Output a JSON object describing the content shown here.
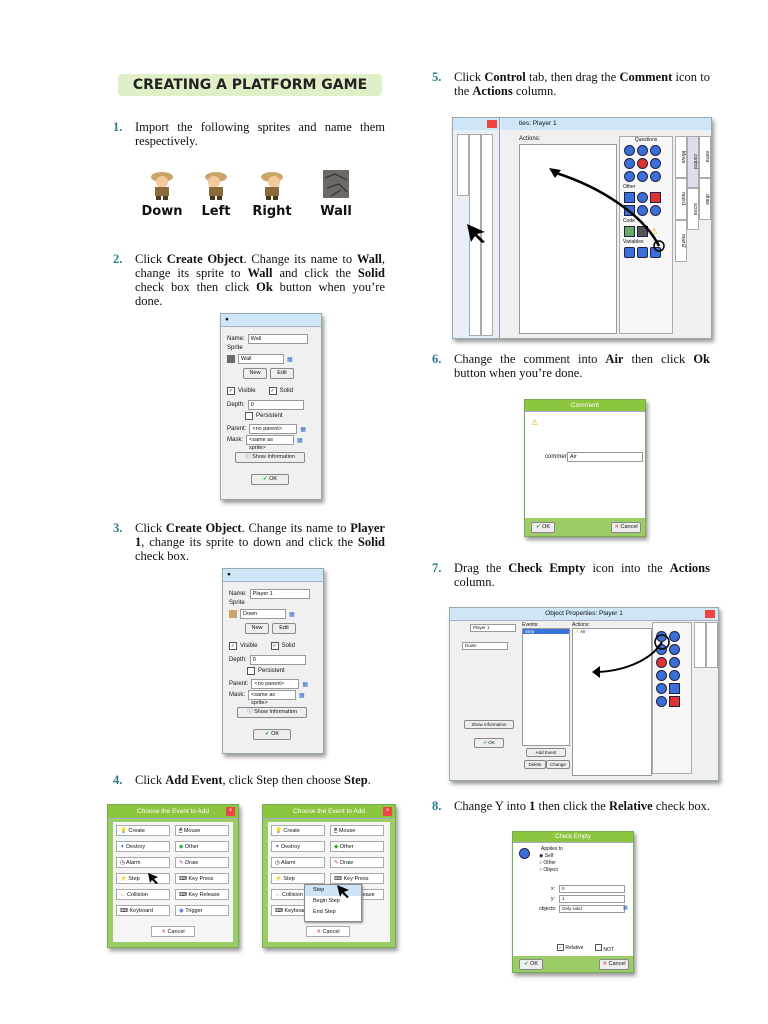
{
  "title": "CREATING A PLATFORM GAME",
  "steps": [
    {
      "n": "1.",
      "text": "Import the following sprites and name them respectively."
    },
    {
      "n": "2.",
      "pre": "Click ",
      "b1": "Create Object",
      "mid1": ". Change its name to ",
      "b2": "Wall",
      "mid2": ", change its sprite to ",
      "b3": "Wall",
      "mid3": " and click the ",
      "b4": "Solid",
      "mid4": " check box then click ",
      "b5": "Ok",
      "post": " button when you’re done."
    },
    {
      "n": "3.",
      "pre": "Click ",
      "b1": "Create Object",
      "mid1": ". Change its name to ",
      "b2": "Player 1",
      "mid2": ", change its sprite to down and click the ",
      "b3": "Solid",
      "post": " check box."
    },
    {
      "n": "4.",
      "pre": "Click ",
      "b1": "Add Event",
      "mid1": ", click Step then choose ",
      "b2": "Step",
      "post": "."
    },
    {
      "n": "5.",
      "pre": "Click ",
      "b1": "Control",
      "mid1": " tab, then drag the ",
      "b2": "Comment",
      "mid2": " icon to the ",
      "b3": "Actions",
      "post": " column."
    },
    {
      "n": "6.",
      "pre": "Change the comment into ",
      "b1": "Air",
      "mid1": " then click ",
      "b2": "Ok",
      "post": " button when you’re done."
    },
    {
      "n": "7.",
      "pre": "Drag the ",
      "b1": "Check Empty",
      "mid1": " icon into the ",
      "b2": "Actions",
      "post": " column."
    },
    {
      "n": "8.",
      "pre": "Change Y into ",
      "b1": "1",
      "mid1": " then click the ",
      "b2": "Relative",
      "post": " check box."
    }
  ],
  "sprites": [
    "Down",
    "Left",
    "Right",
    "Wall"
  ],
  "colors": {
    "step_number": "#2a7a8c",
    "title_bg": "#dff0c8",
    "green_bar": "#8cc63f"
  },
  "obj_wall": {
    "name_label": "Name:",
    "name": "Wall",
    "sprite_label": "Sprite",
    "sprite": "Wall",
    "new": "New",
    "edit": "Edit",
    "visible": "Visible",
    "solid": "Solid",
    "depth_label": "Depth:",
    "depth": "0",
    "persistent": "Persistent",
    "parent_label": "Parent:",
    "parent": "<no parent>",
    "mask_label": "Mask:",
    "mask": "<same as sprite>",
    "show_info": "Show Information",
    "ok": "OK"
  },
  "obj_player": {
    "name_label": "Name:",
    "name": "Player 1",
    "sprite_label": "Sprite",
    "sprite": "Down",
    "new": "New",
    "edit": "Edit",
    "visible": "Visible",
    "solid": "Solid",
    "depth_label": "Depth:",
    "depth": "0",
    "persistent": "Persistent",
    "parent_label": "Parent:",
    "parent": "<no parent>",
    "mask_label": "Mask:",
    "mask": "<same as sprite>",
    "show_info": "Show Information",
    "ok": "OK"
  },
  "event_dialog": {
    "title": "Choose the Event to Add",
    "left": [
      "Create",
      "Destroy",
      "Alarm",
      "Step",
      "Collision",
      "Keyboard"
    ],
    "right": [
      "Mouse",
      "Other",
      "Draw",
      "Key Press",
      "Key Release",
      "Trigger"
    ],
    "cancel": "Cancel",
    "submenu": [
      "Step",
      "Begin Step",
      "End Step"
    ]
  },
  "control_panel": {
    "title": "ties: Player 1",
    "actions": "Actions:",
    "questions": "Questions",
    "other": "Other",
    "code": "Code",
    "variables": "Variables",
    "tabs": [
      "Move",
      "main1",
      "main2",
      "control",
      "score",
      "extra",
      "draw"
    ]
  },
  "comment_dialog": {
    "title": "Comment",
    "label": "comment:",
    "value": "Air",
    "ok": "OK",
    "cancel": "Cancel"
  },
  "objprops": {
    "title": "Object Properties: Player 1",
    "name": "Player 1",
    "sprite": "Down",
    "events": "Events:",
    "event_item": "Step",
    "actions": "Actions:",
    "action_item": "Air",
    "add_event": "Add Event",
    "delete": "Delete",
    "change": "Change",
    "ok": "OK",
    "show_info": "Show Information"
  },
  "check_empty": {
    "title": "Check Empty",
    "applies_to": "Applies to",
    "self": "Self",
    "other": "Other",
    "object": "Object",
    "x_label": "x:",
    "x": "0",
    "y_label": "y:",
    "y": "1",
    "objects_label": "objects:",
    "objects": "Only solid",
    "relative": "Relative",
    "not": "NOT",
    "ok": "OK",
    "cancel": "Cancel"
  }
}
